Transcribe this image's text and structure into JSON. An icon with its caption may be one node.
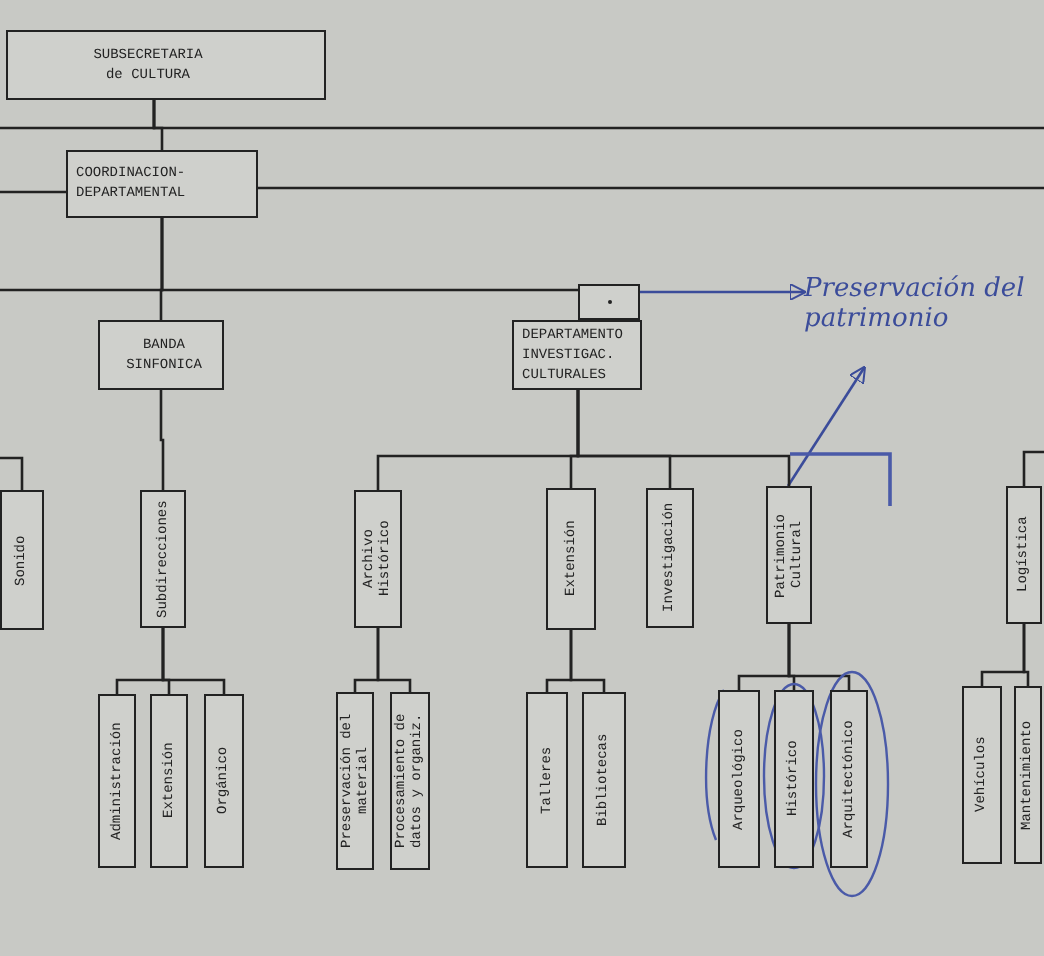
{
  "diagram": {
    "nodes": [
      {
        "text": [
          "SUBSECRETARIA de CULTURA"
        ]
      },
      {
        "text": [
          "COORDINACION- DEPARTAMENTAL"
        ]
      },
      {
        "text": [
          "BANDA SINFONICA"
        ]
      },
      {
        "text": [],
        "shape": "box"
      },
      {
        "text": [
          "DEPARTAMENTO INVESTIGAC. CULTURALES"
        ]
      },
      {
        "text": [
          "Preservación del patrimonio"
        ]
      },
      {
        "text": [
          "Sonido"
        ]
      },
      {
        "text": [
          "Subdirecciones"
        ]
      },
      {
        "text": [
          "Archivo Histórico"
        ]
      },
      {
        "text": [
          "Extensión"
        ]
      },
      {
        "text": [
          "Investigación"
        ]
      },
      {
        "text": [
          "Patrimonio Cultural"
        ]
      },
      {
        "text": [
          "Logística"
        ]
      },
      {
        "text": [
          "Administración"
        ]
      },
      {
        "text": [
          "Extensión"
        ]
      },
      {
        "text": [
          "Orgánico"
        ]
      },
      {
        "text": [
          "Preservación del material"
        ]
      },
      {
        "text": [
          "Procesamiento de datos y organiz."
        ]
      },
      {
        "text": [
          "Talleres"
        ]
      },
      {
        "text": [
          "Bibliotecas"
        ]
      },
      {
        "text": [
          "Arqueológico"
        ]
      },
      {
        "text": [
          "Histórico"
        ]
      },
      {
        "text": [
          "Arquitectónico"
        ]
      },
      {
        "text": [
          "Vehículos"
        ]
      },
      {
        "text": [
          "Mantenimiento"
        ]
      }
    ],
    "edges": [
      {
        "from": 0,
        "to": 1,
        "arrow": "none"
      },
      {
        "from": 0,
        "to": null,
        "arrow": "none"
      },
      {
        "from": 0,
        "to": null,
        "arrow": "none"
      },
      {
        "from": 1,
        "to": null,
        "arrow": "none"
      },
      {
        "from": 1,
        "to": null,
        "arrow": "none"
      },
      {
        "from": 1,
        "to": null,
        "arrow": "none"
      },
      {
        "from": 1,
        "to": 2,
        "arrow": "none"
      },
      {
        "from": 1,
        "to": 4,
        "arrow": "none"
      },
      {
        "from": 3,
        "to": 5,
        "arrow": "to",
        "color": "#3b4c9a"
      },
      {
        "from": 11,
        "to": 5,
        "arrow": "to",
        "color": "#3b4c9a"
      },
      {
        "from": 2,
        "to": 7,
        "arrow": "none"
      },
      {
        "from": null,
        "to": 6,
        "arrow": "none"
      },
      {
        "from": 4,
        "to": 8,
        "arrow": "none"
      },
      {
        "from": 4,
        "to": 9,
        "arrow": "none"
      },
      {
        "from": 4,
        "to": 10,
        "arrow": "none"
      },
      {
        "from": 4,
        "to": 11,
        "arrow": "none"
      },
      {
        "from": null,
        "to": 12,
        "arrow": "none"
      },
      {
        "from": 7,
        "to": 13,
        "arrow": "none"
      },
      {
        "from": 7,
        "to": 14,
        "arrow": "none"
      },
      {
        "from": 7,
        "to": 15,
        "arrow": "none"
      },
      {
        "from": 8,
        "to": 16,
        "arrow": "none"
      },
      {
        "from": 8,
        "to": 17,
        "arrow": "none"
      },
      {
        "from": 9,
        "to": 18,
        "arrow": "none"
      },
      {
        "from": 9,
        "to": 19,
        "arrow": "none"
      },
      {
        "from": 11,
        "to": 20,
        "arrow": "none"
      },
      {
        "from": 11,
        "to": 21,
        "arrow": "none"
      },
      {
        "from": 11,
        "to": 22,
        "arrow": "none"
      },
      {
        "from": 12,
        "to": 23,
        "arrow": "none"
      },
      {
        "from": 12,
        "to": 24,
        "arrow": "none"
      }
    ]
  }
}
